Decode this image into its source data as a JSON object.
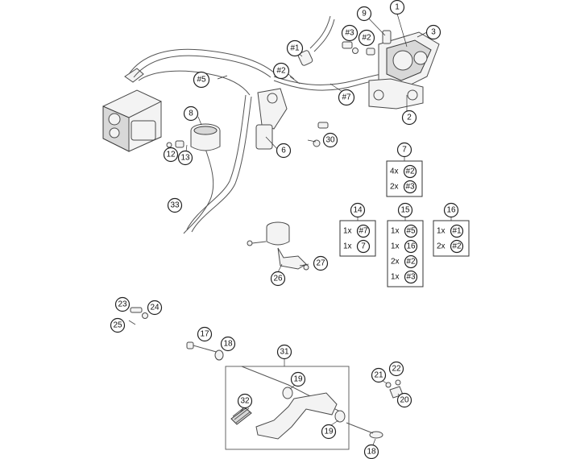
{
  "callouts": [
    {
      "id": "c1",
      "label": "1"
    },
    {
      "id": "c2",
      "label": "2"
    },
    {
      "id": "c3",
      "label": "3"
    },
    {
      "id": "c6",
      "label": "6"
    },
    {
      "id": "c7",
      "label": "#7"
    },
    {
      "id": "c8",
      "label": "8"
    },
    {
      "id": "c9",
      "label": "9"
    },
    {
      "id": "c12",
      "label": "12"
    },
    {
      "id": "c13",
      "label": "13"
    },
    {
      "id": "c5",
      "label": "#5"
    },
    {
      "id": "c1h",
      "label": "#1"
    },
    {
      "id": "c2h",
      "label": "#2"
    },
    {
      "id": "c2h_top",
      "label": "#2"
    },
    {
      "id": "c3h",
      "label": "#3"
    },
    {
      "id": "c30",
      "label": "30"
    },
    {
      "id": "c33",
      "label": "33"
    },
    {
      "id": "c26",
      "label": "26"
    },
    {
      "id": "c27",
      "label": "27"
    },
    {
      "id": "c23",
      "label": "23"
    },
    {
      "id": "c24",
      "label": "24"
    },
    {
      "id": "c25",
      "label": "25"
    },
    {
      "id": "c17",
      "label": "17"
    },
    {
      "id": "c18a",
      "label": "18"
    },
    {
      "id": "c31",
      "label": "31"
    },
    {
      "id": "c19a",
      "label": "19"
    },
    {
      "id": "c32",
      "label": "32"
    },
    {
      "id": "c19b",
      "label": "19"
    },
    {
      "id": "c21",
      "label": "21"
    },
    {
      "id": "c22",
      "label": "22"
    },
    {
      "id": "c20",
      "label": "20"
    },
    {
      "id": "c18b",
      "label": "18"
    }
  ],
  "kits": [
    {
      "id": "k7",
      "header": "7",
      "rows": [
        {
          "qty": "4x",
          "part": "#2"
        },
        {
          "qty": "2x",
          "part": "#3"
        }
      ]
    },
    {
      "id": "k14",
      "header": "14",
      "rows": [
        {
          "qty": "1x",
          "part": "#7"
        },
        {
          "qty": "1x",
          "part": "7"
        }
      ]
    },
    {
      "id": "k15",
      "header": "15",
      "rows": [
        {
          "qty": "1x",
          "part": "#5"
        },
        {
          "qty": "1x",
          "part": "16"
        },
        {
          "qty": "2x",
          "part": "#2"
        },
        {
          "qty": "1x",
          "part": "#3"
        }
      ]
    },
    {
      "id": "k16",
      "header": "16",
      "rows": [
        {
          "qty": "1x",
          "part": "#1"
        },
        {
          "qty": "2x",
          "part": "#2"
        }
      ]
    }
  ]
}
